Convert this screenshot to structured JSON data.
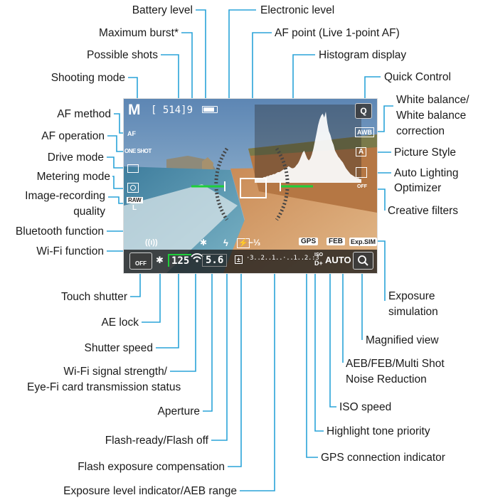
{
  "callouts": {
    "battery_level": "Battery level",
    "electronic_level": "Electronic level",
    "maximum_burst": "Maximum burst*",
    "af_point": "AF point (Live 1-point AF)",
    "possible_shots": "Possible shots",
    "histogram_display": "Histogram display",
    "shooting_mode": "Shooting mode",
    "quick_control": "Quick Control",
    "white_balance_1": "White balance/",
    "white_balance_2": "White balance",
    "white_balance_3": "correction",
    "af_method": "AF method",
    "af_operation": "AF operation",
    "picture_style": "Picture Style",
    "drive_mode": "Drive mode",
    "auto_lighting_1": "Auto Lighting",
    "auto_lighting_2": "Optimizer",
    "metering_mode": "Metering mode",
    "image_recording_1": "Image-recording",
    "image_recording_2": "quality",
    "creative_filters": "Creative filters",
    "bluetooth_function": "Bluetooth function",
    "wifi_function": "Wi-Fi function",
    "touch_shutter": "Touch shutter",
    "exposure_simulation_1": "Exposure",
    "exposure_simulation_2": "simulation",
    "ae_lock": "AE lock",
    "magnified_view": "Magnified view",
    "shutter_speed": "Shutter speed",
    "aeb_feb_1": "AEB/FEB/Multi Shot",
    "aeb_feb_2": "Noise Reduction",
    "wifi_signal_1": "Wi-Fi signal strength/",
    "wifi_signal_2": "Eye-Fi card transmission status",
    "iso_speed": "ISO speed",
    "aperture": "Aperture",
    "highlight_tone": "Highlight tone priority",
    "flash_ready": "Flash-ready/Flash off",
    "gps_connection": "GPS connection indicator",
    "flash_exposure_comp": "Flash exposure compensation",
    "exposure_level": "Exposure level indicator/AEB range"
  },
  "screen": {
    "mode": "M",
    "shots": "[ 514]9",
    "af_method": "AF",
    "af_operation": "ONE SHOT",
    "raw": "RAW",
    "quality": "L",
    "wifi": "((ı))",
    "bluetooth": "✱",
    "flash_icon": "ϟ",
    "flash_comp": "−⅓",
    "gps": "GPS",
    "feb": "FEB",
    "exp_sim": "Exp.SIM",
    "touch_off": "OFF",
    "shutter": "125",
    "aperture": "5.6",
    "exp_scale": "·3..2..1..·..1..2.:3",
    "iso_d": "D+",
    "iso_label": "ISO",
    "iso_value": "AUTO",
    "awb": "AWB",
    "picture_style": "A",
    "creative": "OFF",
    "quick": "Q",
    "ae_lock": "✱"
  },
  "colors": {
    "leader": "#2aa3d8",
    "screen_frame": "#ffffff",
    "level_green": "#1fcf3a"
  },
  "histogram": [
    1,
    1,
    1,
    2,
    2,
    2,
    3,
    3,
    4,
    4,
    5,
    5,
    6,
    6,
    7,
    8,
    8,
    9,
    10,
    11,
    12,
    13,
    14,
    13,
    12,
    12,
    13,
    15,
    17,
    20,
    24,
    28,
    30,
    26,
    22,
    20,
    22,
    26,
    32,
    40,
    48,
    56,
    62,
    66,
    68,
    64,
    70,
    58,
    50,
    46,
    40,
    36,
    30,
    27,
    24,
    22,
    20,
    18,
    15,
    12,
    10,
    8,
    6,
    5,
    4,
    3,
    2,
    2,
    1,
    1
  ]
}
